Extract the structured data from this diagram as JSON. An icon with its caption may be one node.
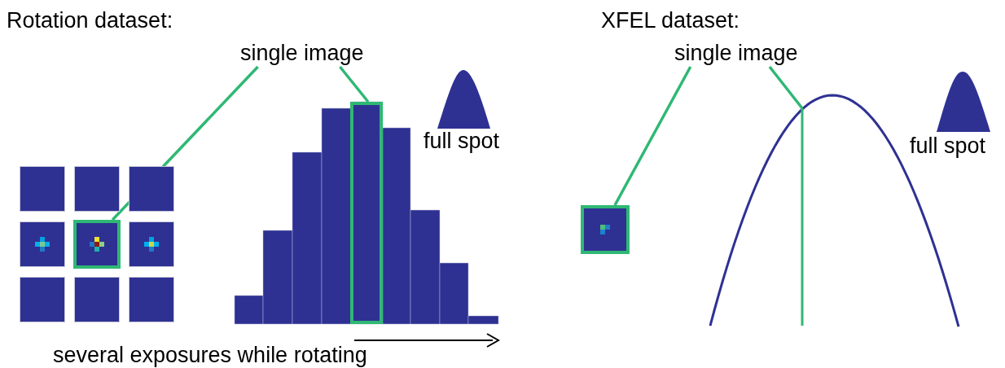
{
  "diagram": {
    "nodes": [
      {
        "text": [
          "single image"
        ]
      },
      {
        "text": [],
        "shape": "box"
      },
      {
        "text": [],
        "shape": "bar"
      },
      {
        "text": [
          "single image"
        ]
      },
      {
        "text": [],
        "shape": "box"
      }
    ],
    "edges": [
      {
        "from": 0,
        "to": 1,
        "arrow": "none"
      },
      {
        "from": 0,
        "to": 2,
        "arrow": "none"
      },
      {
        "from": 3,
        "to": 4,
        "arrow": "none"
      },
      {
        "from": 3,
        "to": null,
        "arrow": "none"
      }
    ],
    "labels": [
      "Rotation dataset:",
      "XFEL dataset:",
      "full spot",
      "full spot",
      "several exposures while rotating"
    ]
  }
}
